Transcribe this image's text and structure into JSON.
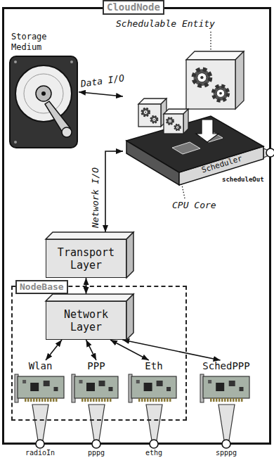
{
  "diagram": {
    "nodes": [
      {
        "text": [
          "CloudNode"
        ]
      },
      {
        "text": [
          "Storage Medium"
        ],
        "in": 0
      },
      {
        "text": [
          "Scheduler"
        ],
        "in": 0
      },
      {
        "text": [
          "Transport Layer"
        ],
        "in": 0
      },
      {
        "text": [
          "NodeBase"
        ],
        "in": 0
      },
      {
        "text": [
          "Network Layer"
        ],
        "in": 4
      },
      {
        "text": [
          "Wlan"
        ],
        "in": 4
      },
      {
        "text": [
          "PPP"
        ],
        "in": 4
      },
      {
        "text": [
          "Eth"
        ],
        "in": 4
      },
      {
        "text": [
          "SchedPPP"
        ],
        "in": 0
      }
    ],
    "edges": [
      {
        "from": 1,
        "to": 2,
        "label": "Data I/O",
        "arrow": "both"
      },
      {
        "from": 2,
        "to": 3,
        "label": "Network I/O",
        "arrow": "both"
      },
      {
        "from": 3,
        "to": 5,
        "arrow": "both"
      },
      {
        "from": 5,
        "to": 6,
        "arrow": "both"
      },
      {
        "from": 5,
        "to": 7,
        "arrow": "both"
      },
      {
        "from": 5,
        "to": 8,
        "arrow": "both"
      },
      {
        "from": 5,
        "to": 9,
        "arrow": "both"
      }
    ],
    "labels": [
      "Schedulable Entity",
      "CPU Core",
      "scheduleOut",
      "radioIn",
      "pppg",
      "ethg",
      "spppg"
    ]
  }
}
